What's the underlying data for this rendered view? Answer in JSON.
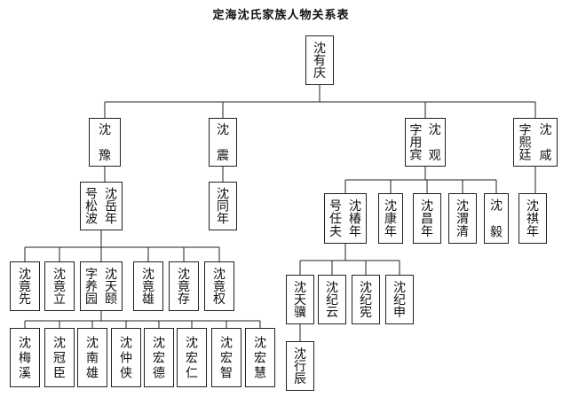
{
  "title": "定海沈氏家族人物关系表",
  "nodes": {
    "youqing": {
      "name": [
        "沈",
        "有",
        "庆"
      ]
    },
    "yu": {
      "name": [
        "沈",
        "豫"
      ]
    },
    "zhen": {
      "name": [
        "沈",
        "震"
      ]
    },
    "guan": {
      "name": [
        "沈",
        "观"
      ],
      "courtesy": [
        "字",
        "用",
        "宾"
      ]
    },
    "xian": {
      "name": [
        "沈",
        "咸"
      ],
      "courtesy": [
        "字",
        "熙",
        "廷"
      ]
    },
    "yuenian": {
      "name": [
        "沈",
        "岳",
        "年"
      ],
      "courtesy": [
        "号",
        "松",
        "波"
      ]
    },
    "tongnian": {
      "name": [
        "沈",
        "同",
        "年"
      ]
    },
    "chunnian": {
      "name": [
        "沈",
        "椿",
        "年"
      ],
      "courtesy": [
        "号",
        "任",
        "夫"
      ]
    },
    "kangnian": {
      "name": [
        "沈",
        "康",
        "年"
      ]
    },
    "changnian": {
      "name": [
        "沈",
        "昌",
        "年"
      ]
    },
    "weiqing": {
      "name": [
        "沈",
        "渭",
        "清"
      ]
    },
    "yi": {
      "name": [
        "沈",
        "毅"
      ]
    },
    "qinian": {
      "name": [
        "沈",
        "祺",
        "年"
      ]
    },
    "jingxian": {
      "name": [
        "沈",
        "竟",
        "先"
      ]
    },
    "jingli": {
      "name": [
        "沈",
        "竟",
        "立"
      ]
    },
    "tianyi": {
      "name": [
        "沈",
        "天",
        "颐"
      ],
      "courtesy": [
        "字",
        "养",
        "园"
      ]
    },
    "jingxiong": {
      "name": [
        "沈",
        "竟",
        "雄"
      ]
    },
    "jingcun": {
      "name": [
        "沈",
        "竟",
        "存"
      ]
    },
    "jingquan": {
      "name": [
        "沈",
        "竟",
        "权"
      ]
    },
    "tianji": {
      "name": [
        "沈",
        "天",
        "骥"
      ]
    },
    "jiyun": {
      "name": [
        "沈",
        "纪",
        "云"
      ]
    },
    "jixian": {
      "name": [
        "沈",
        "纪",
        "宪"
      ]
    },
    "jishen": {
      "name": [
        "沈",
        "纪",
        "申"
      ]
    },
    "meixi": {
      "name": [
        "沈",
        "梅",
        "溪"
      ]
    },
    "guanchen": {
      "name": [
        "沈",
        "冠",
        "臣"
      ]
    },
    "nanxiong": {
      "name": [
        "沈",
        "南",
        "雄"
      ]
    },
    "zhongxia": {
      "name": [
        "沈",
        "仲",
        "侠"
      ]
    },
    "hongde": {
      "name": [
        "沈",
        "宏",
        "德"
      ]
    },
    "hongren": {
      "name": [
        "沈",
        "宏",
        "仁"
      ]
    },
    "hongzhi": {
      "name": [
        "沈",
        "宏",
        "智"
      ]
    },
    "honghui": {
      "name": [
        "沈",
        "宏",
        "慧"
      ]
    },
    "xingchen": {
      "name": [
        "沈",
        "行",
        "辰"
      ]
    }
  }
}
